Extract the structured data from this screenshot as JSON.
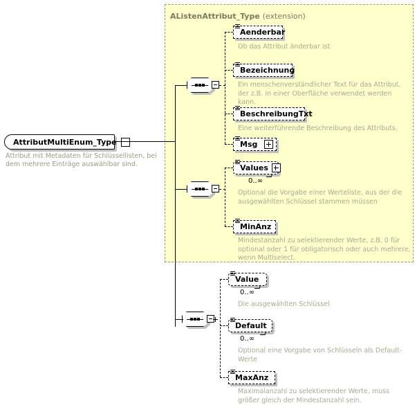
{
  "diagram": {
    "type": "xml-schema-element-diagram",
    "root": {
      "name": "AttributMultiEnum_Type",
      "description": "Attribut mit Metadaten für Schlüssellisten, bei dem mehrere Einträge auswählbar sind.",
      "toggle": "minus"
    },
    "extension": {
      "base_name": "AListenAttribut_Type",
      "kind": "(extension)",
      "background_color": "#ffffcc",
      "border_color": "#9a9a78"
    },
    "groups": [
      {
        "compositor": "sequence",
        "inside_extension": true,
        "elements": [
          {
            "name": "Aenderbar",
            "description": "Ob das Attribut änderbar ist",
            "cardinality": "",
            "expandable": false,
            "repeating": false,
            "rounded": false
          },
          {
            "name": "Bezeichnung",
            "description": "Ein menschenverständlicher Text für das Attribut, der z.B. in einer Oberfläche verwendet werden kann.",
            "cardinality": "",
            "expandable": false,
            "repeating": false,
            "rounded": false
          },
          {
            "name": "BeschreibungTxt",
            "description": "Eine weiterführende Beschreibung des Attributs.",
            "cardinality": "",
            "expandable": false,
            "repeating": false,
            "rounded": false
          },
          {
            "name": "Msg",
            "description": "",
            "cardinality": "",
            "expandable": true,
            "repeating": false,
            "rounded": false
          }
        ]
      },
      {
        "compositor": "sequence",
        "inside_extension": true,
        "elements": [
          {
            "name": "Values",
            "description": "Optional die Vorgabe einer Werteliste, aus der die ausgewählten Schlüssel stammen müssen",
            "cardinality": "0..∞",
            "expandable": true,
            "repeating": true,
            "rounded": true
          },
          {
            "name": "MinAnz",
            "description": "Mindestanzahl zu selektierender Werte, z.B. 0 für optional oder 1 für obligatorisch oder auch mehrere, wenn Multiselect.",
            "cardinality": "",
            "expandable": false,
            "repeating": false,
            "rounded": false
          }
        ]
      },
      {
        "compositor": "sequence",
        "inside_extension": false,
        "elements": [
          {
            "name": "Value",
            "description": "Die ausgewählten Schlüssel",
            "cardinality": "0..∞",
            "expandable": false,
            "repeating": true,
            "rounded": true
          },
          {
            "name": "Default",
            "description": "Optional eine Vorgabe von Schlüsseln als Default-Werte",
            "cardinality": "0..∞",
            "expandable": false,
            "repeating": true,
            "rounded": true
          },
          {
            "name": "MaxAnz",
            "description": "Maximalanzahl zu selektierender Werte, muss größer gleich der Mindestanzahl sein.",
            "cardinality": "",
            "expandable": false,
            "repeating": false,
            "rounded": false
          }
        ]
      }
    ]
  }
}
